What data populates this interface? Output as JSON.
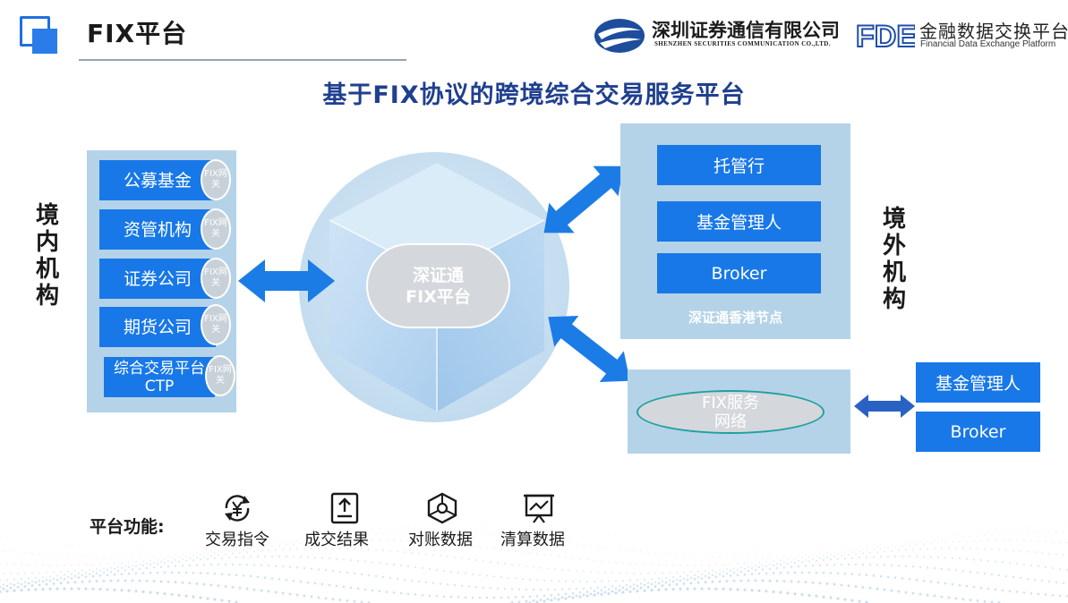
{
  "header": {
    "title": "FIX平台",
    "company_cn": "深圳证券通信有限公司",
    "company_en": "SHENZHEN SECURITIES COMMUNICATION CO.,LTD.",
    "fdep_logo": "FDEP",
    "fdep_cn": "金融数据交换平台",
    "fdep_en": "Financial Data Exchange Platform"
  },
  "main_title": "基于FIX协议的跨境综合交易服务平台",
  "domestic": {
    "label": [
      "境",
      "内",
      "机",
      "构"
    ],
    "institutions": [
      {
        "name": "公募基金",
        "gateway": "FIX网关"
      },
      {
        "name": "资管机构",
        "gateway": "FIX网关"
      },
      {
        "name": "证券公司",
        "gateway": "FIX网关"
      },
      {
        "name": "期货公司",
        "gateway": "FIX网关"
      },
      {
        "name_line1": "综合交易平台",
        "name_line2": "CTP",
        "gateway": "FIX网关"
      }
    ]
  },
  "core": {
    "line1": "深证通",
    "line2": "FIX平台"
  },
  "hk_node": {
    "items": [
      "托管行",
      "基金管理人",
      "Broker"
    ],
    "caption": "深证通香港节点"
  },
  "fix_network": {
    "line1": "FIX服务",
    "line2": "网络"
  },
  "overseas": {
    "label": [
      "境",
      "外",
      "机",
      "构"
    ],
    "items": [
      "基金管理人",
      "Broker"
    ]
  },
  "functions": {
    "label": "平台功能:",
    "items": [
      {
        "icon": "yen-exchange-icon",
        "label": "交易指令"
      },
      {
        "icon": "upload-document-icon",
        "label": "成交结果"
      },
      {
        "icon": "network-hexagon-icon",
        "label": "对账数据"
      },
      {
        "icon": "presentation-chart-icon",
        "label": "清算数据"
      }
    ]
  },
  "colors": {
    "box_blue": "#1878e8",
    "panel_blue": "#b5d3e8",
    "title_blue": "#1f3f8f"
  }
}
